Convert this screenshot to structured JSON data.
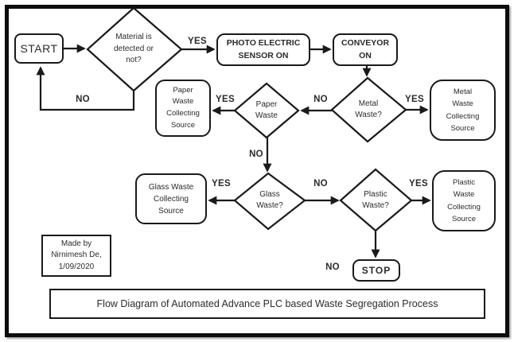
{
  "title_bar": {
    "text": "Flow Diagram of Automated Advance PLC based Waste Segregation Process"
  },
  "credit_box": {
    "text": "Made by\nNirnimesh De,\n1/09/2020"
  },
  "nodes": {
    "start": "START",
    "material_decision": "Material is\ndetected or\nnot?",
    "photo_sensor": "PHOTO ELECTRIC\nSENSOR ON",
    "conveyor": "CONVEYOR\nON",
    "paper_source": "Paper\nWaste\nCollecting\nSource",
    "paper_decision": "Paper\nWaste",
    "metal_decision": "Metal\nWaste?",
    "metal_source": "Metal\nWaste\nCollecting\nSource",
    "glass_source": "Glass Waste\nCollecting\nSource",
    "glass_decision": "Glass\nWaste?",
    "plastic_decision": "Plastic\nWaste?",
    "plastic_source": "Plastic\nWaste\nCollecting\nSource",
    "stop": "STOP"
  },
  "edge_labels": {
    "material_yes": "YES",
    "material_no": "NO",
    "paper_yes": "YES",
    "metal_no": "NO",
    "metal_yes": "YES",
    "paper_no": "NO",
    "glass_yes": "YES",
    "glass_no": "NO",
    "plastic_yes": "YES",
    "plastic_no": "NO"
  },
  "colors": {
    "line": "#1a1a1a",
    "frame": "#0d0d0d",
    "text": "#2b2b2b",
    "background": "#ffffff"
  }
}
